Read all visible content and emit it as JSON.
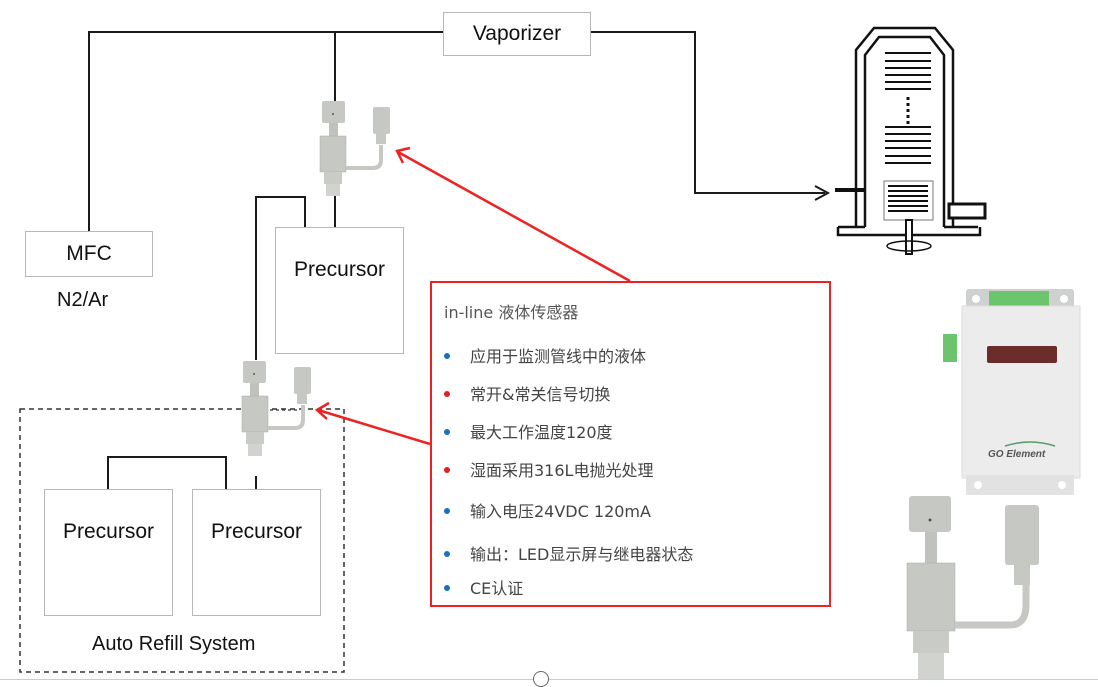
{
  "nodes": {
    "vaporizer": "Vaporizer",
    "mfc": "MFC",
    "mfc_gas": "N2/Ar",
    "precursor_main": "Precursor",
    "precursor_left": "Precursor",
    "precursor_right": "Precursor",
    "auto_refill": "Auto Refill System"
  },
  "info_box": {
    "title": "in-line 液体传感器",
    "bullets": [
      {
        "text": "应用于监测管线中的液体",
        "color": "#1a6fc4"
      },
      {
        "text": "常开&常关信号切换",
        "color": "#e02020"
      },
      {
        "text": "最大工作温度120度",
        "color": "#1a6fc4"
      },
      {
        "text": "湿面采用316L电抛光处理",
        "color": "#e02020"
      },
      {
        "text": "输入电压24VDC 120mA",
        "color": "#1a6fc4"
      },
      {
        "text": "输出：LED显示屏与继电器状态",
        "color": "#1a6fc4"
      },
      {
        "text": "CE认证",
        "color": "#1a6fc4"
      }
    ]
  },
  "product": {
    "brand": "GO Element"
  },
  "colors": {
    "line": "#1a1a1a",
    "arrow": "#ee2222",
    "sensor": "#c5c8c3",
    "terminal": "#6cc46c",
    "display": "#6b2d2a"
  }
}
